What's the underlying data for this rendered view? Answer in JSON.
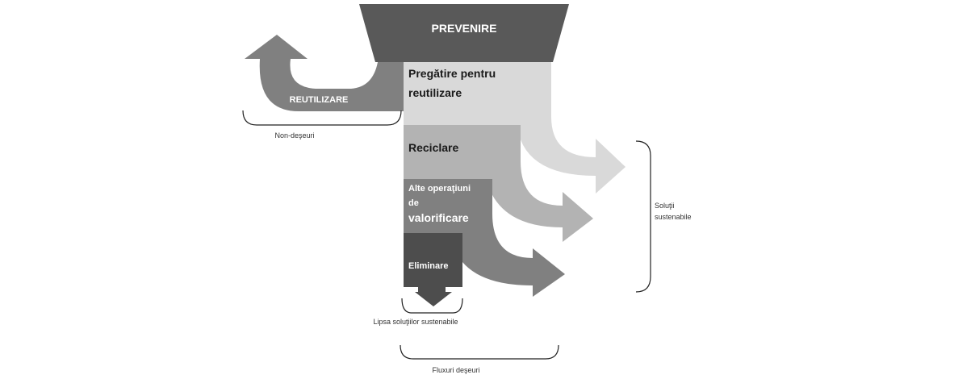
{
  "diagram": {
    "top": {
      "label": "PREVENIRE"
    },
    "reuse_arrow": {
      "label": "REUTILIZARE"
    },
    "steps": [
      {
        "lines": [
          "Pregătire pentru",
          "reutilizare"
        ]
      },
      {
        "lines": [
          "Reciclare"
        ]
      },
      {
        "lines": [
          "Alte operaţiuni",
          "de",
          "valorificare"
        ]
      },
      {
        "lines": [
          "Eliminare"
        ]
      }
    ],
    "braces": {
      "non_waste": "Non-deşeuri",
      "sustainable_line1": "Soluţii",
      "sustainable_line2": "sustenabile",
      "lack_of_sustainable": "Lipsa soluţiilor sustenabile",
      "waste_flows": "Fluxuri deşeuri"
    }
  },
  "colors": {
    "prevenire": "#595959",
    "reuse_arrow": "#808080",
    "pregatire": "#d9d9d9",
    "reciclare": "#b3b3b3",
    "alte": "#808080",
    "eliminare": "#4d4d4d",
    "text_dark": "#1a1a1a",
    "text_light": "#ffffff"
  }
}
